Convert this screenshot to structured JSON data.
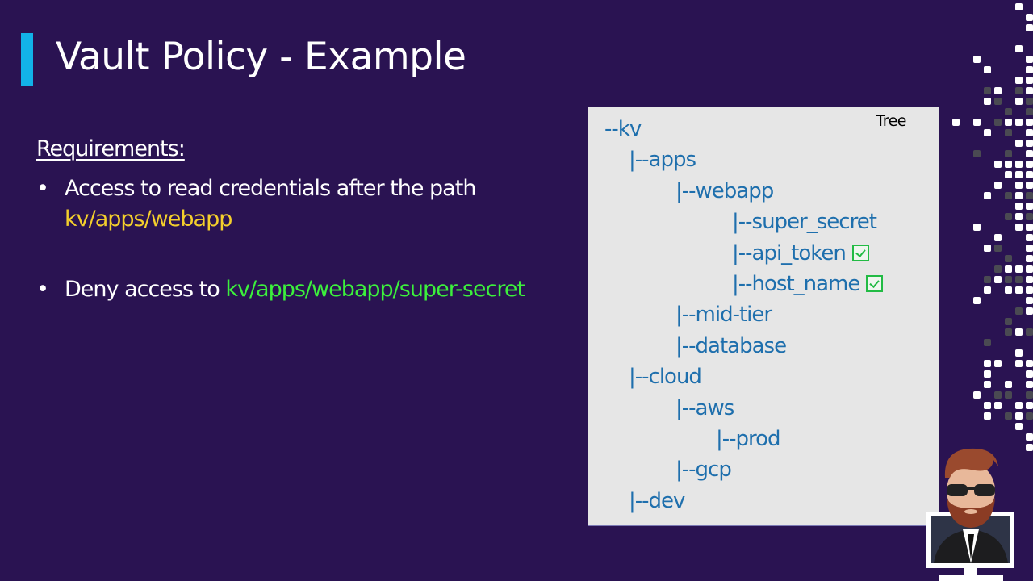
{
  "slide": {
    "title": "Vault Policy - Example",
    "colors": {
      "background": "#2a1352",
      "accent_bar": "#12b2e8",
      "yellow_path": "#f4cf2c",
      "green_path": "#3cf03c",
      "tree_text": "#1e6fad",
      "check": "#22bb44"
    }
  },
  "requirements": {
    "heading": "Requirements:",
    "bullets": [
      {
        "bullet": "•",
        "text": "Access to read credentials after the path",
        "path": "kv/apps/webapp",
        "path_color": "yellow"
      },
      {
        "bullet": "•",
        "text": "Deny access to ",
        "path": "kv/apps/webapp/super-secret",
        "path_color": "green"
      }
    ]
  },
  "tree": {
    "label": "Tree",
    "nodes": [
      {
        "text": "--kv",
        "level": 0,
        "checked": false
      },
      {
        "text": "|--apps",
        "level": 1,
        "checked": false
      },
      {
        "text": "|--webapp",
        "level": 2,
        "checked": false
      },
      {
        "text": "|--super_secret",
        "level": 3,
        "checked": false
      },
      {
        "text": "|--api_token",
        "level": 3,
        "checked": true
      },
      {
        "text": "|--host_name",
        "level": 3,
        "checked": true
      },
      {
        "text": "|--mid-tier",
        "level": 2,
        "checked": false
      },
      {
        "text": "|--database",
        "level": 2,
        "checked": false
      },
      {
        "text": "|--cloud",
        "level": 1,
        "checked": false
      },
      {
        "text": "|--aws",
        "level": 2,
        "checked": false
      },
      {
        "text": "|--prod",
        "level": "2b",
        "checked": false
      },
      {
        "text": "|--gcp",
        "level": 2,
        "checked": false
      },
      {
        "text": "|--dev",
        "level": 1,
        "checked": false
      }
    ]
  },
  "decoration": {
    "icons": [
      "pixel-pattern",
      "presenter-avatar"
    ]
  }
}
